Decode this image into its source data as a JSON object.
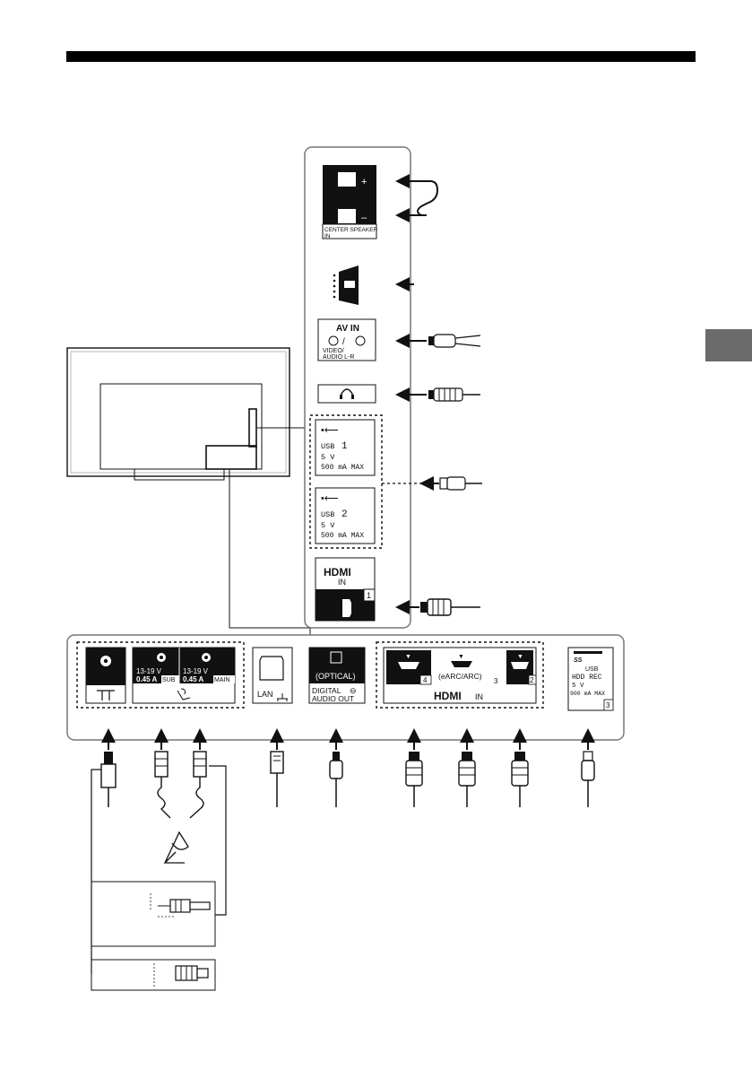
{
  "side_panel": {
    "center_speaker": {
      "plus": "+",
      "minus": "–",
      "label_line1": "CENTER SPEAKER",
      "label_line2": "IN"
    },
    "av_in": {
      "title": "AV IN",
      "slash": "/",
      "label_line1": "VIDEO/",
      "label_line2": "AUDIO L-R"
    },
    "usb1": {
      "name": "USB",
      "number": "1",
      "voltage": "5 V",
      "current": "500 mA MAX"
    },
    "usb2": {
      "name": "USB",
      "number": "2",
      "voltage": "5 V",
      "current": "500 mA MAX"
    },
    "hdmi1": {
      "logo": "HDMI",
      "in": "IN",
      "number": "1"
    }
  },
  "bottom_panel": {
    "satellite": {
      "voltage": "13-19 V",
      "current": "0.45 A",
      "sub": "SUB",
      "main": "MAIN"
    },
    "lan": {
      "label": "LAN"
    },
    "optical": {
      "line1": "(OPTICAL)",
      "line2": "DIGITAL",
      "line3": "AUDIO OUT"
    },
    "hdmi": {
      "port4": "4",
      "port3_label": "(eARC/ARC)",
      "port3": "3",
      "port2": "2",
      "logo": "HDMI",
      "in": "IN"
    },
    "usb3": {
      "logo": "SS",
      "name": "USB",
      "label": "HDD REC",
      "voltage": "5 V",
      "current": "900 mA MAX",
      "number": "3"
    }
  },
  "colors": {
    "ink": "#111111",
    "tab": "#6b6b6b",
    "panel_border": "#777777"
  }
}
